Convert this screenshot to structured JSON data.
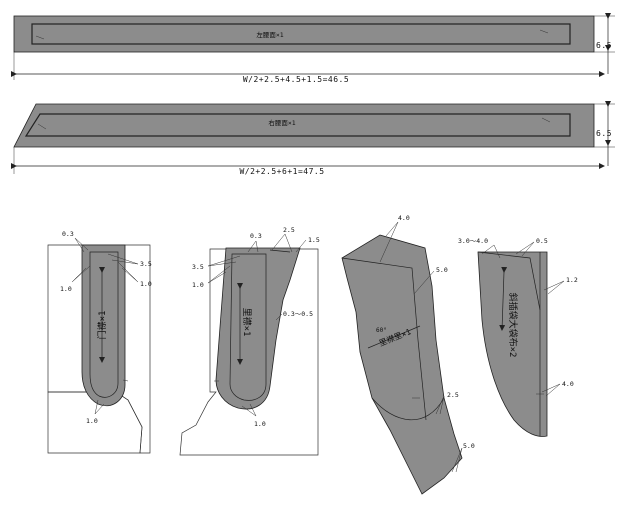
{
  "waistband_left": {
    "label": "左腰面×1",
    "formula": "W/2+2.5+4.5+1.5=46.5",
    "height": "6.5"
  },
  "waistband_right": {
    "label": "右腰面×1",
    "formula": "W/2+2.5+6+1=47.5",
    "height": "6.5"
  },
  "fly": {
    "label": "门襟×1",
    "allowances": {
      "top": "0.3",
      "right_a": "3.5",
      "right_b": "1.0",
      "left": "1.0",
      "bottom": "1.0"
    }
  },
  "fly_facing": {
    "label": "里襟×1",
    "allowances": {
      "top_a": "0.3",
      "top_b": "2.5",
      "top_c": "1.5",
      "left_a": "3.5",
      "left_b": "1.0",
      "side": "0.3～0.5",
      "bottom": "1.0"
    }
  },
  "pocket_bag": {
    "label": "里襟里×1",
    "angle": "60°",
    "allowances": {
      "top": "4.0",
      "right": "5.0",
      "lower_right": "2.5",
      "bottom": "5.0"
    }
  },
  "slant_pocket": {
    "label": "斜插袋大袋布×2",
    "allowances": {
      "top_left": "3.0～4.0",
      "top_right": "0.5",
      "right": "1.2",
      "bottom": "4.0"
    }
  }
}
